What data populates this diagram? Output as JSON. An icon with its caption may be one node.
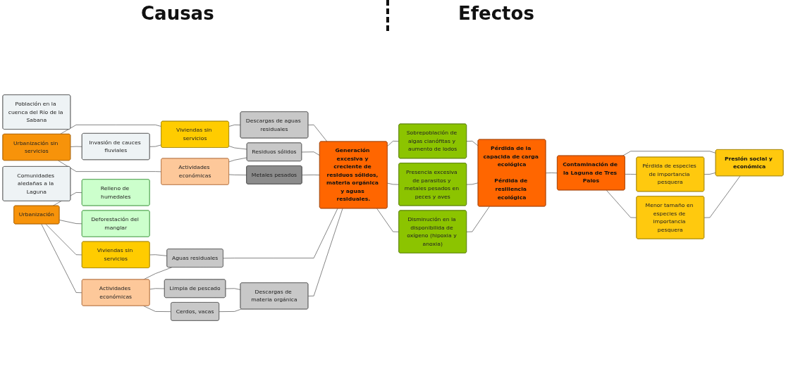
{
  "diagram": {
    "nodes": [
      {
        "text": [
          "Población en la cuenca del Río de la Sabana"
        ]
      },
      {
        "text": [
          "Invasión de cauces fluviales"
        ]
      },
      {
        "text": [
          "Descargas de aguas residuales"
        ]
      },
      {
        "text": [
          "Urbanización sin servicios"
        ]
      },
      {
        "text": [
          "Viviendas sin servicios"
        ]
      },
      {
        "text": [
          "Residuos sólidos"
        ]
      },
      {
        "text": [
          "Actividades económicas"
        ]
      },
      {
        "text": [
          "Metales pesados"
        ]
      },
      {
        "text": [
          "Comunidades aledañas a la Laguna"
        ]
      },
      {
        "text": [
          "Generación excesiva y creciente de residuos sólidos, materia orgánica y aguas residuales."
        ]
      },
      {
        "text": [
          "Urbanización"
        ]
      },
      {
        "text": [
          "Viviendas sin servicios"
        ]
      },
      {
        "text": [
          "Aguas residuales"
        ]
      },
      {
        "text": [
          "Actividades económicas"
        ]
      },
      {
        "text": [
          "Limpia de pescado"
        ]
      },
      {
        "text": [
          "Relleno de humedales"
        ]
      },
      {
        "text": [
          "Descargas de materia orgánica"
        ]
      },
      {
        "text": [
          "Cerdos, vacas"
        ]
      },
      {
        "text": [
          "Deforestación del manglar"
        ]
      },
      {
        "text": [
          "Sobrepoblación de algas cianófitas y aumento de lodos"
        ]
      },
      {
        "text": [
          "Presencia excesiva de parasitos y metales pesados en peces y aves"
        ]
      },
      {
        "text": [
          "Disminución en la disponibilida de oxígeno (hipoxia y anoxia)"
        ]
      },
      {
        "text": [
          "Pérdida de la capacida de carga ecológica",
          "Pérdida de resiliencia ecológica"
        ]
      },
      {
        "text": [
          "Pérdida de especies de importancia pesquera"
        ]
      },
      {
        "text": [
          "Contaminación de la Laguna de Tres Palos"
        ]
      },
      {
        "text": [
          "Presión social y económica"
        ]
      },
      {
        "text": [
          "Menor tamaño en especies de importancia pesquera"
        ]
      }
    ],
    "edges": [
      {
        "from": 3,
        "to": 1,
        "arrow": "none"
      },
      {
        "from": 3,
        "to": 4,
        "arrow": "none"
      },
      {
        "from": 3,
        "to": 6,
        "arrow": "none"
      },
      {
        "from": 1,
        "to": 4,
        "arrow": "none"
      },
      {
        "from": 4,
        "to": 2,
        "arrow": "none"
      },
      {
        "from": 4,
        "to": 5,
        "arrow": "none"
      },
      {
        "from": 6,
        "to": 5,
        "arrow": "none"
      },
      {
        "from": 6,
        "to": 7,
        "arrow": "none"
      },
      {
        "from": 2,
        "to": 9,
        "arrow": "none"
      },
      {
        "from": 5,
        "to": 9,
        "arrow": "none"
      },
      {
        "from": 7,
        "to": 9,
        "arrow": "none"
      },
      {
        "from": 10,
        "to": 11,
        "arrow": "none"
      },
      {
        "from": 10,
        "to": 13,
        "arrow": "none"
      },
      {
        "from": 10,
        "to": 15,
        "arrow": "none"
      },
      {
        "from": 10,
        "to": 18,
        "arrow": "none"
      },
      {
        "from": 11,
        "to": 12,
        "arrow": "none"
      },
      {
        "from": 13,
        "to": 12,
        "arrow": "none"
      },
      {
        "from": 12,
        "to": 9,
        "arrow": "none"
      },
      {
        "from": 13,
        "to": 14,
        "arrow": "none"
      },
      {
        "from": 13,
        "to": 17,
        "arrow": "none"
      },
      {
        "from": 14,
        "to": 16,
        "arrow": "none"
      },
      {
        "from": 17,
        "to": 16,
        "arrow": "none"
      },
      {
        "from": 16,
        "to": 9,
        "arrow": "none"
      },
      {
        "from": 9,
        "to": 19,
        "arrow": "none"
      },
      {
        "from": 9,
        "to": 20,
        "arrow": "none"
      },
      {
        "from": 9,
        "to": 21,
        "arrow": "none"
      },
      {
        "from": 19,
        "to": 22,
        "arrow": "none"
      },
      {
        "from": 20,
        "to": 22,
        "arrow": "none"
      },
      {
        "from": 21,
        "to": 22,
        "arrow": "none"
      },
      {
        "from": 22,
        "to": 24,
        "arrow": "none"
      },
      {
        "from": 24,
        "to": 23,
        "arrow": "none"
      },
      {
        "from": 24,
        "to": 26,
        "arrow": "none"
      },
      {
        "from": 24,
        "to": 25,
        "arrow": "none"
      },
      {
        "from": 23,
        "to": 25,
        "arrow": "none"
      },
      {
        "from": 26,
        "to": 25,
        "arrow": "none"
      }
    ],
    "labels": [
      "Causas",
      "Efectos"
    ]
  }
}
